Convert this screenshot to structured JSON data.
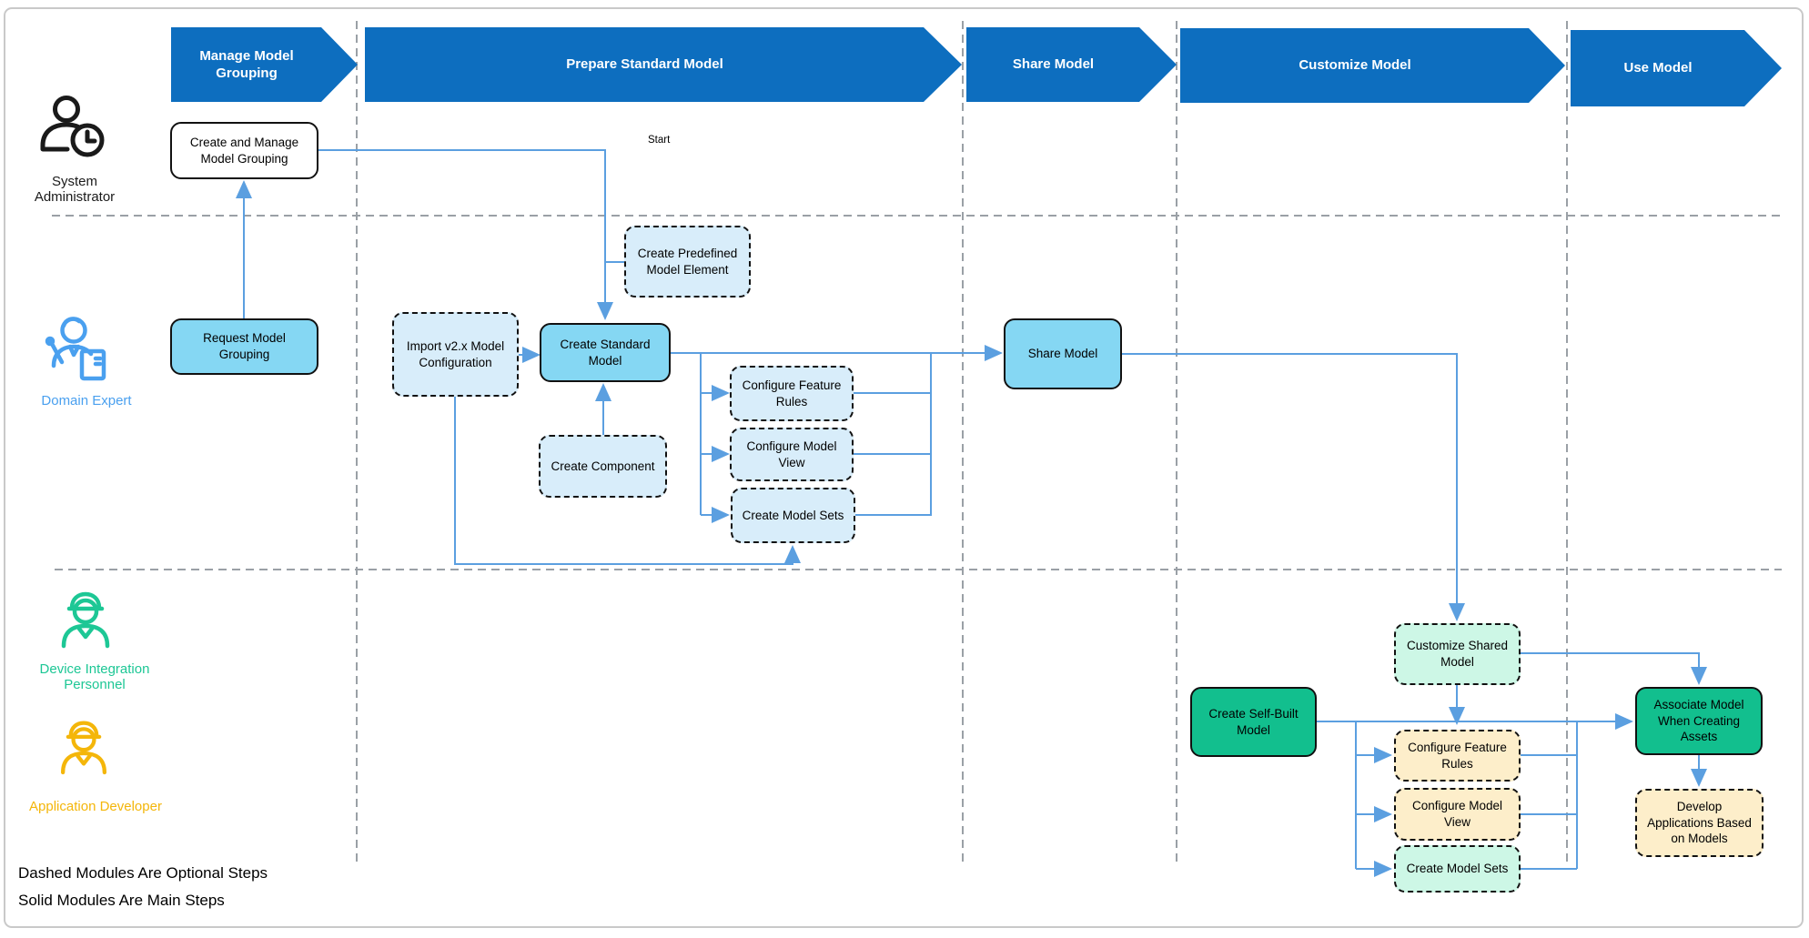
{
  "banners": [
    {
      "label": "Manage Model Grouping"
    },
    {
      "label": "Prepare Standard Model"
    },
    {
      "label": "Share Model"
    },
    {
      "label": "Customize Model"
    },
    {
      "label": "Use Model"
    }
  ],
  "annotations": {
    "start": "Start"
  },
  "actors": [
    {
      "id": "system-administrator",
      "label_lines": [
        "System",
        "Administrator"
      ]
    },
    {
      "id": "domain-expert",
      "label_lines": [
        "Domain Expert"
      ]
    },
    {
      "id": "device-integration-personnel",
      "label_lines": [
        "Device Integration",
        "Personnel"
      ]
    },
    {
      "id": "application-developer",
      "label_lines": [
        "Application Developer"
      ]
    }
  ],
  "nodes": {
    "create_manage": {
      "label": "Create and Manage Model Grouping",
      "style": "main-step"
    },
    "request": {
      "label": "Request Model Grouping",
      "style": "main-step"
    },
    "import_v2x": {
      "label": "Import v2.x Model Configuration",
      "style": "optional-step"
    },
    "create_standard": {
      "label": "Create Standard Model",
      "style": "main-step"
    },
    "predefined": {
      "label": "Create Predefined Model Element",
      "style": "optional-step"
    },
    "component": {
      "label": "Create Component",
      "style": "optional-step"
    },
    "rules_std": {
      "label": "Configure Feature Rules",
      "style": "optional-step"
    },
    "view_std": {
      "label": "Configure Model View",
      "style": "optional-step"
    },
    "sets_std": {
      "label": "Create Model Sets",
      "style": "optional-step"
    },
    "share": {
      "label": "Share Model",
      "style": "main-step"
    },
    "customize_shared": {
      "label": "Customize Shared Model",
      "style": "optional-step"
    },
    "self_built": {
      "label": "Create Self-Built Model",
      "style": "main-step"
    },
    "rules_custom": {
      "label": "Configure Feature Rules",
      "style": "optional-step"
    },
    "view_custom": {
      "label": "Configure Model View",
      "style": "optional-step"
    },
    "sets_custom": {
      "label": "Create Model Sets",
      "style": "optional-step"
    },
    "associate": {
      "label": "Associate Model When Creating Assets",
      "style": "main-step"
    },
    "develop": {
      "label": "Develop Applications Based on Models",
      "style": "optional-step"
    }
  },
  "legend": {
    "dashed_note": "Dashed Modules Are Optional Steps",
    "solid_note": "Solid Modules Are Main Steps"
  },
  "colors": {
    "banner": "#0d6ebf",
    "connector": "#5b9fe0",
    "sky": "#85d7f3",
    "lightblue": "#d8edfa",
    "green": "#12bf8e",
    "mint": "#cdf7e6",
    "cream": "#fdeeca",
    "lane": "#9aa0a6",
    "actor_sysadmin": "#1a1a1a",
    "actor_domain": "#4aa0ef",
    "actor_device": "#1dc795",
    "actor_developer": "#f4b60a"
  }
}
